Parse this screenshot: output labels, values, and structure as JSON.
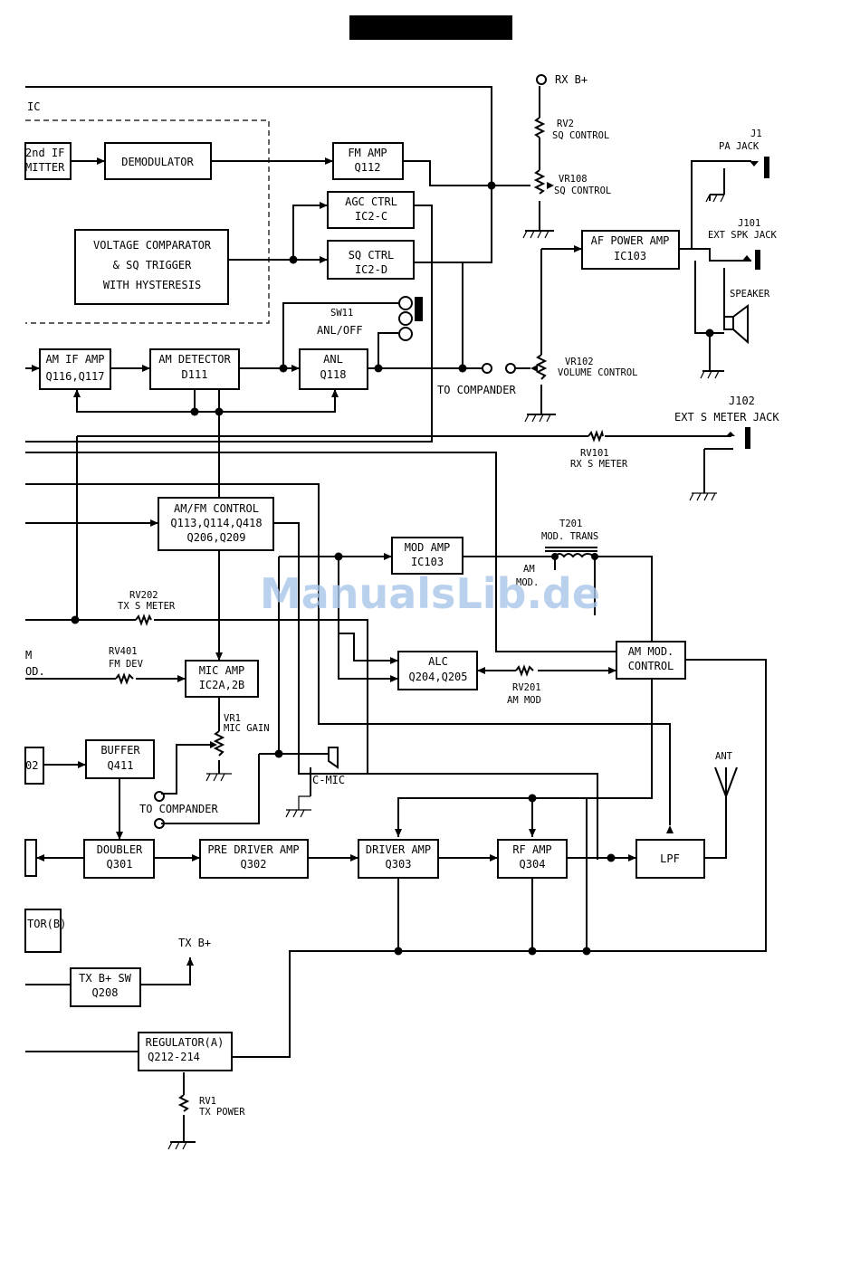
{
  "watermark": "ManualsLib.de",
  "ic_group_label": "IC",
  "blocks": {
    "if_emitter": [
      "2nd IF",
      "MITTER"
    ],
    "demodulator": [
      "DEMODULATOR"
    ],
    "fm_amp": [
      "FM AMP",
      "Q112"
    ],
    "agc_ctrl": [
      "AGC CTRL",
      "IC2-C"
    ],
    "sq_ctrl": [
      "SQ CTRL",
      "IC2-D"
    ],
    "voltage_comparator": [
      "VOLTAGE COMPARATOR",
      "& SQ TRIGGER",
      "WITH HYSTERESIS"
    ],
    "am_if_amp": [
      "AM IF AMP",
      "Q116,Q117"
    ],
    "am_detector": [
      "AM DETECTOR",
      "D111"
    ],
    "anl": [
      "ANL",
      "Q118"
    ],
    "af_power_amp": [
      "AF POWER AMP",
      "IC103"
    ],
    "am_fm_control": [
      "AM/FM CONTROL",
      "Q113,Q114,Q418",
      "Q206,Q209"
    ],
    "mod_amp": [
      "MOD AMP",
      "IC103"
    ],
    "alc": [
      "ALC",
      "Q204,Q205"
    ],
    "am_mod_control": [
      "AM MOD.",
      "CONTROL"
    ],
    "mic_amp": [
      "MIC AMP",
      "IC2A,2B"
    ],
    "buffer": [
      "BUFFER",
      "Q411"
    ],
    "doubler": [
      "DOUBLER",
      "Q301"
    ],
    "pre_driver_amp": [
      "PRE DRIVER AMP",
      "Q302"
    ],
    "driver_amp": [
      "DRIVER AMP",
      "Q303"
    ],
    "rf_amp": [
      "RF AMP",
      "Q304"
    ],
    "lpf": [
      "LPF"
    ],
    "left_box_02": [
      "02"
    ],
    "tor_b": [
      "TOR(B)"
    ],
    "tx_b_sw": [
      "TX B+ SW",
      "Q208"
    ],
    "regulator": [
      "REGULATOR(A)",
      "Q212-214"
    ]
  },
  "labels": {
    "rx_b": "RX B+",
    "rv2": "RV2",
    "sq_control_1": "SQ CONTROL",
    "vr108": "VR108",
    "sq_control_2": "SQ CONTROL",
    "j1": "J1",
    "pa_jack": "PA JACK",
    "j101": "J101",
    "ext_spk_jack": "EXT SPK JACK",
    "speaker": "SPEAKER",
    "sw11": "SW11",
    "anl_off": "ANL/OFF",
    "vr102": "VR102",
    "volume_control": "VOLUME CONTROL",
    "to_compander_1": "TO COMPANDER",
    "j102": "J102",
    "ext_s_meter_jack": "EXT S METER JACK",
    "rv101": "RV101",
    "rx_s_meter": "RX S METER",
    "t201": "T201",
    "mod_trans": "MOD. TRANS",
    "am": "AM",
    "mod": "MOD.",
    "rv202": "RV202",
    "tx_s_meter": "TX S METER",
    "m": "M",
    "od": "OD.",
    "rv401": "RV401",
    "fm_dev": "FM DEV",
    "rv201": "RV201",
    "am_mod": "AM MOD",
    "vr1": "VR1",
    "mic_gain": "MIC GAIN",
    "c_mic": "C-MIC",
    "to_compander_2": "TO COMPANDER",
    "ant": "ANT",
    "tx_b": "TX B+",
    "rv1": "RV1",
    "tx_power": "TX POWER"
  }
}
